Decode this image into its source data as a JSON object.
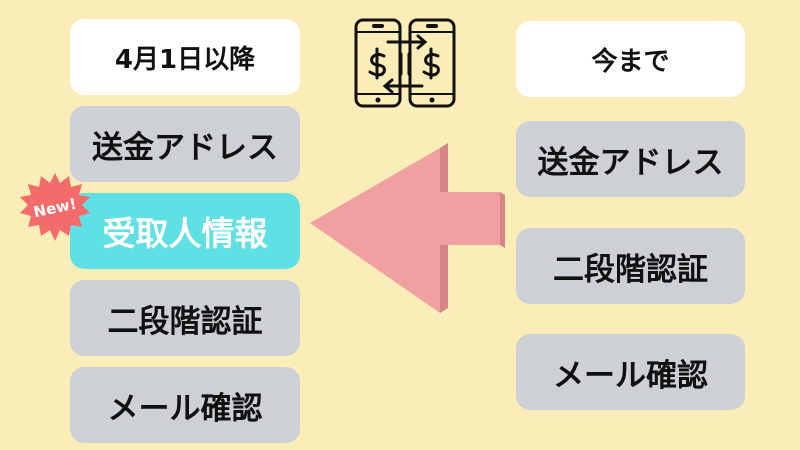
{
  "left": {
    "header": "4月1日以降",
    "items": [
      "送金アドレス",
      "受取人情報",
      "二段階認証",
      "メール確認"
    ],
    "badge": "New!"
  },
  "right": {
    "header": "今まで",
    "items": [
      "送金アドレス",
      "二段階認証",
      "メール確認"
    ]
  },
  "icons": {
    "center": "phone-transfer-icon",
    "arrow": "left-arrow-icon",
    "badge": "starburst-badge-icon"
  },
  "colors": {
    "background": "#fbedb8",
    "card_header": "#ffffff",
    "card_item": "#cdd1d6",
    "highlight": "#5ee0e4",
    "arrow": "#ef9a9a",
    "badge": "#f36b6b"
  }
}
